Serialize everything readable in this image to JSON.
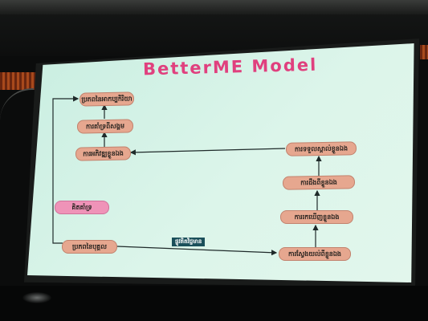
{
  "slide": {
    "title": "BetterME Model"
  },
  "nodes": {
    "top_left": "ប្រភពនៃអាកប្បកិរិយា",
    "second_left": "ការគាំទ្រពីសង្គម",
    "third_left": "ការអភិវឌ្ឍខ្លួនឯង",
    "pink_label": "គិតគាំទ្រ",
    "bottom_left": "ប្រភពនៃបុគ្គល",
    "right_top": "ការទទួលស្គាល់ខ្លួនឯង",
    "right_second": "ការដឹងពីខ្លួនឯង",
    "right_third": "ការរកឃើញខ្លួនឯង",
    "right_bottom": "ការស្វែងយល់ពីខ្លួនឯង"
  },
  "edge_label": "ផ្លូវគិតវិជ្ជមាន",
  "colors": {
    "title": "#e0407e",
    "node_fill": "#e6a78f",
    "pink_fill": "#ef93b8",
    "tag_fill": "#1a4f5a",
    "screen": "#d4f3e6"
  }
}
